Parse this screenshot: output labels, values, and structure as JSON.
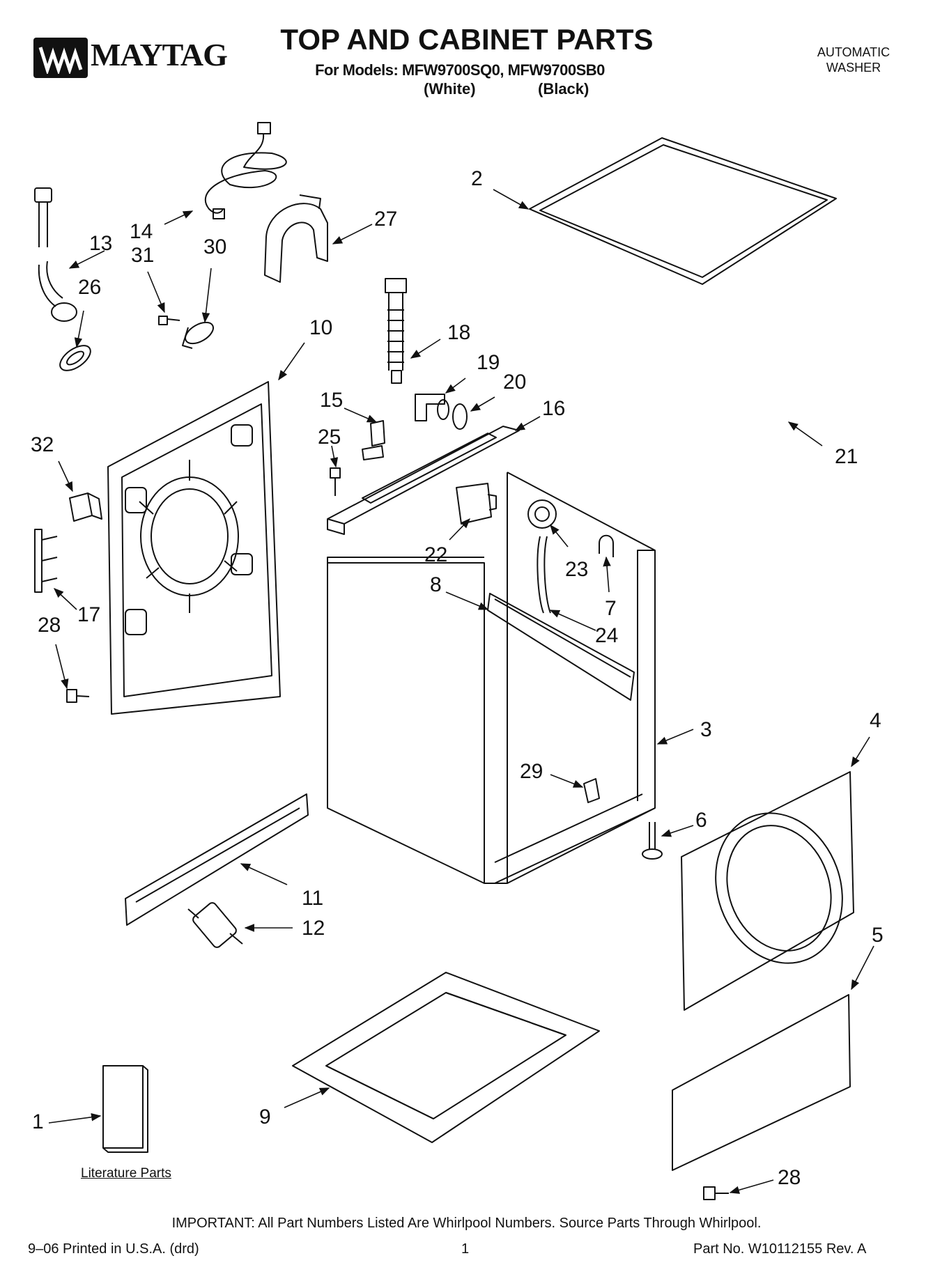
{
  "header": {
    "brand": "MAYTAG",
    "title": "TOP AND CABINET PARTS",
    "models_line": "For Models: MFW9700SQ0, MFW9700SB0",
    "variant_white": "(White)",
    "variant_black": "(Black)",
    "product_type_line1": "AUTOMATIC",
    "product_type_line2": "WASHER"
  },
  "callouts": {
    "p1": "1",
    "p2": "2",
    "p3": "3",
    "p4": "4",
    "p5": "5",
    "p6": "6",
    "p7": "7",
    "p8": "8",
    "p9": "9",
    "p10": "10",
    "p11": "11",
    "p12": "12",
    "p13": "13",
    "p14": "14",
    "p15": "15",
    "p16": "16",
    "p17": "17",
    "p18": "18",
    "p19": "19",
    "p20": "20",
    "p21": "21",
    "p22": "22",
    "p23": "23",
    "p24": "24",
    "p25": "25",
    "p26": "26",
    "p27": "27",
    "p28a": "28",
    "p28b": "28",
    "p29": "29",
    "p30": "30",
    "p31": "31",
    "p32": "32"
  },
  "literature_caption": "Literature Parts",
  "footer": {
    "important": "IMPORTANT: All Part Numbers Listed Are Whirlpool Numbers. Source Parts Through Whirlpool.",
    "printed": "9–06 Printed in U.S.A. (drd)",
    "page": "1",
    "part_no": "Part No. W10112155 Rev. A"
  }
}
